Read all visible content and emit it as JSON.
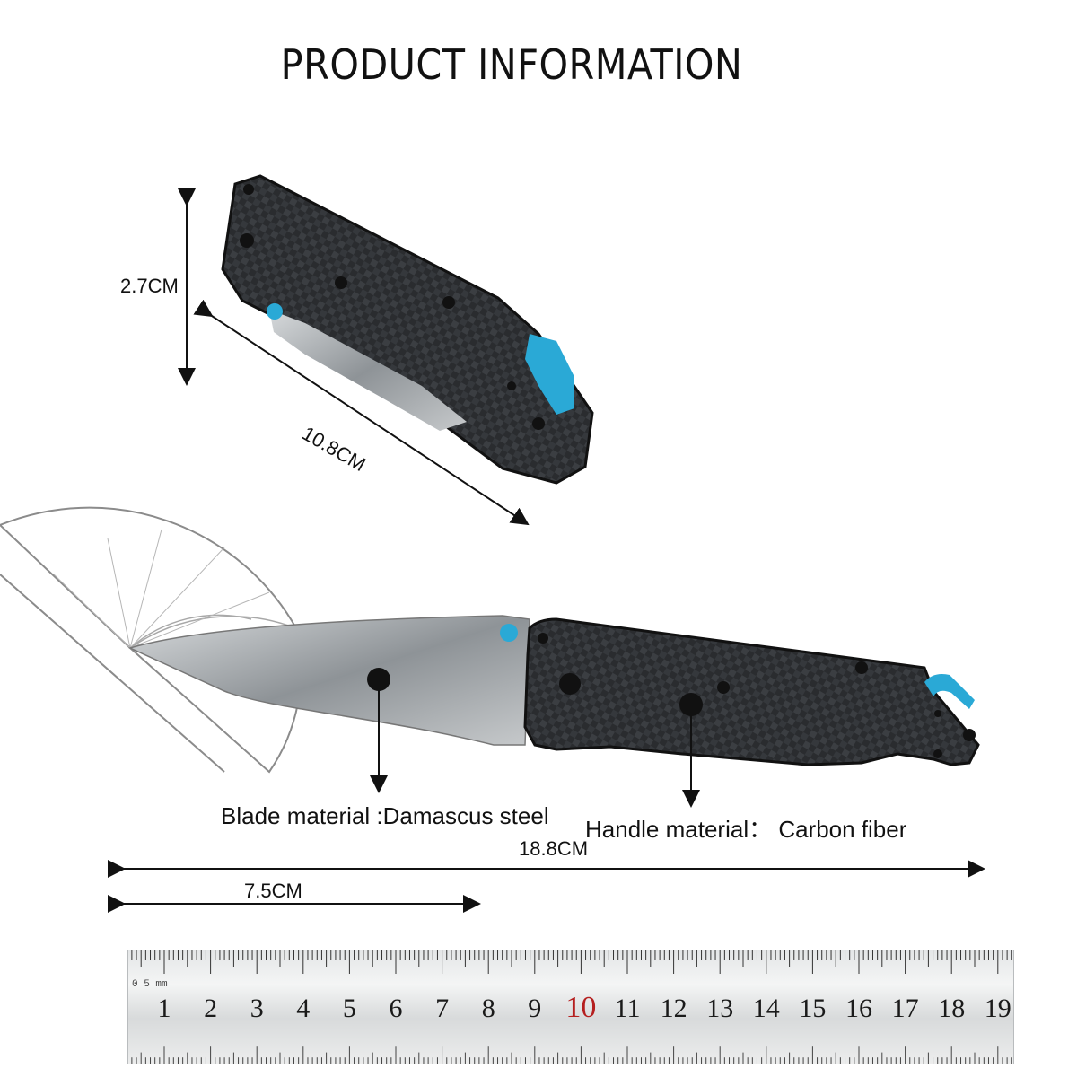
{
  "page": {
    "title": "PRODUCT INFORMATION"
  },
  "dimensions": {
    "height": "2.7CM",
    "folded_length": "10.8CM",
    "total_length": "18.8CM",
    "blade_length": "7.5CM"
  },
  "labels": {
    "blade": "Blade material :Damascus steel",
    "handle": "Handle material： Carbon fiber"
  },
  "ruler": {
    "small_label": "0 5 mm",
    "numbers": [
      "1",
      "2",
      "3",
      "4",
      "5",
      "6",
      "7",
      "8",
      "9",
      "10",
      "11",
      "12",
      "13",
      "14",
      "15",
      "16",
      "17",
      "18",
      "19"
    ],
    "highlight": "10"
  },
  "colors": {
    "accent": "#2aa9d6",
    "handle": "#2b2d30",
    "blade": "#a9aeb2"
  }
}
